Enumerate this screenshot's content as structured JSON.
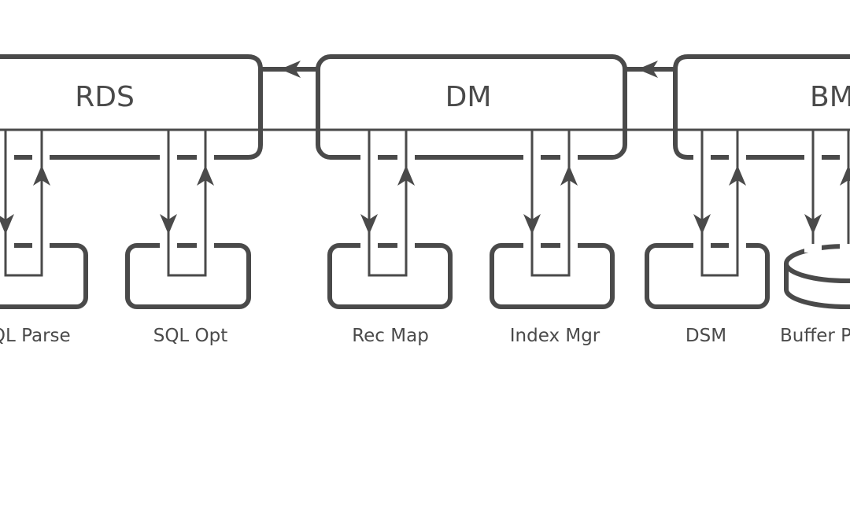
{
  "colors": {
    "stroke": "#4a4a4a",
    "background": "#ffffff"
  },
  "managers": {
    "rds": {
      "label": "RDS"
    },
    "dm": {
      "label": "DM"
    },
    "bm": {
      "label": "BM"
    }
  },
  "components": {
    "sql_parse": {
      "label": "SQL Parse"
    },
    "sql_opt": {
      "label": "SQL Opt"
    },
    "rec_map": {
      "label": "Rec Map"
    },
    "index_mgr": {
      "label": "Index Mgr"
    },
    "dsm": {
      "label": "DSM"
    },
    "buffer_pool": {
      "label": "Buffer Pool"
    }
  }
}
